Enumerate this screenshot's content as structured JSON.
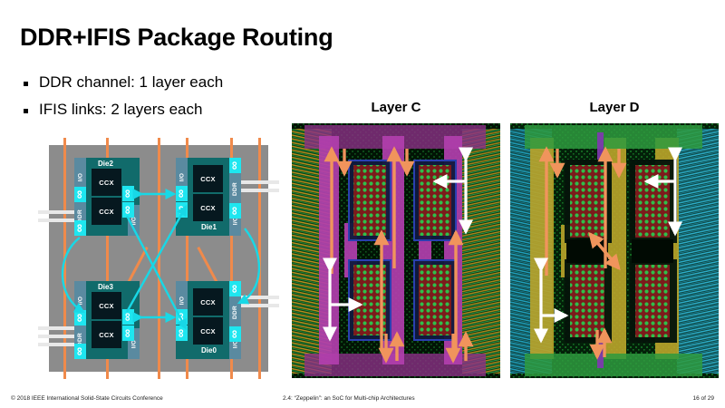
{
  "slide": {
    "title": "DDR+IFIS Package Routing",
    "bullets": [
      "DDR channel: 1 layer each",
      "IFIS links: 2 layers each"
    ]
  },
  "diagram": {
    "name": "four-die-package-routing",
    "dies": [
      {
        "id": "die2",
        "label": "Die2",
        "io_label": "I/O",
        "ddr_label": "DDR",
        "ccx_labels": [
          "CCX",
          "CCX"
        ]
      },
      {
        "id": "die1",
        "label": "Die1",
        "io_label": "I/O",
        "ddr_label": "DDR",
        "ccx_labels": [
          "CCX",
          "CCX"
        ]
      },
      {
        "id": "die3",
        "label": "Die3",
        "io_label": "I/O",
        "ddr_label": "DDR",
        "ccx_labels": [
          "CCX",
          "CCX"
        ]
      },
      {
        "id": "die0",
        "label": "Die0",
        "io_label": "I/O",
        "ddr_label": "DDR",
        "ccx_labels": [
          "CCX",
          "CCX"
        ]
      }
    ],
    "ifis_port_glyph": "∞",
    "colors": {
      "substrate": "#8c8c8c",
      "die_body": "#116b6b",
      "ccx": "#06181f",
      "io_strip": "#5a8aa0",
      "ifis_port": "#1ee6f0",
      "ifis_link": "#18d8e6",
      "ddr_trace": "#e8e8e8",
      "orange_trace": "#f08a4b"
    }
  },
  "layers": [
    {
      "id": "layer-c",
      "caption": "Layer C"
    },
    {
      "id": "layer-d",
      "caption": "Layer D"
    }
  ],
  "layer_arrows": {
    "ifis_arrow_color": "#f0945c",
    "ddr_arrow_color": "#ffffff"
  },
  "footer": {
    "left": "© 2018 IEEE International Solid-State Circuits Conference",
    "middle": "2.4: “Zeppelin”: an SoC for Multi-chip Architectures",
    "right": "16 of 29"
  }
}
